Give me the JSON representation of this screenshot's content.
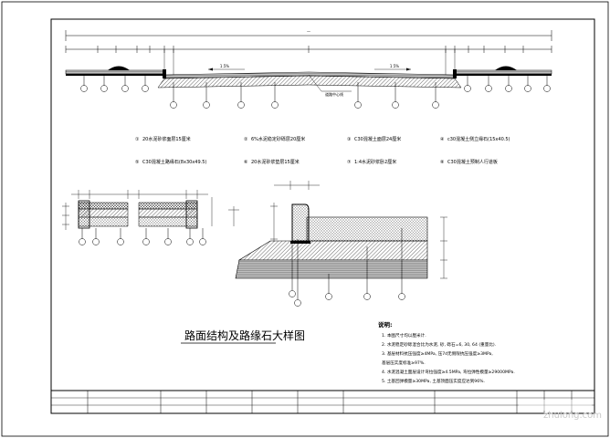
{
  "drawing_title": "路面结构及路缘石大样图",
  "cross_section": {
    "slope_left": "1.5%",
    "slope_right": "1.5%",
    "centerline_label": "道路中心线"
  },
  "legend": [
    {
      "num": "①",
      "text": "20水泥砂浆面层15厘米"
    },
    {
      "num": "②",
      "text": "6%水泥稳定砂砾层20厘米"
    },
    {
      "num": "③",
      "text": "C30混凝土面层24厘米"
    },
    {
      "num": "④",
      "text": "c30混凝土侧立缘石(15x40.5)"
    },
    {
      "num": "⑤",
      "text": "C30混凝土路缘石(8x30x49.5)"
    },
    {
      "num": "⑥",
      "text": "20水泥砂浆垫层15厘米"
    },
    {
      "num": "⑦",
      "text": "1:4水泥砂浆卧2厘米"
    },
    {
      "num": "⑧",
      "text": "C30混凝土预制人行道板"
    }
  ],
  "notes": {
    "title": "说明:",
    "lines": [
      "1. 本图尺寸均以厘米计.",
      "2. 水泥稳定砂砾混合比为水泥, 砂, 砾石=6, 30, 64 (重量比).",
      "3. 基层材料抗压强度≥4MPa, 压7d无侧限抗压强度≥3MPa,",
      "   基层压实度标准≥97%.",
      "4. 水泥混凝土面层设计弯拉强度≥4.5MPa, 弯拉弹性模量≥29000MPa.",
      "5. 土基回弹模量≥30MPa, 土基顶面压实度应达到96%."
    ]
  },
  "title_block": {
    "watermark": "zhulong.com"
  },
  "chart_data": {
    "type": "diagram",
    "title": "路面结构及路缘石大样图",
    "callout_numbers_cross_section": [
      "①",
      "②",
      "③",
      "④",
      "⑤",
      "⑥",
      "⑦",
      "⑧"
    ],
    "legend_items": 8,
    "notes_count": 5
  }
}
